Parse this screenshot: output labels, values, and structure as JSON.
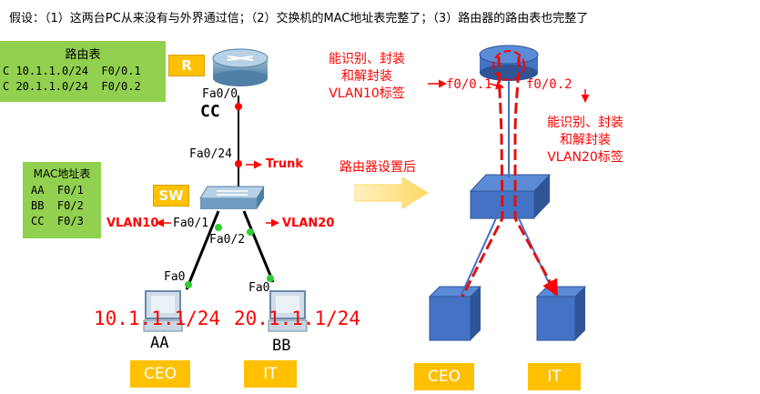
{
  "header": "假设：（1）这两台PC从来没有与外界通过信；（2）交换机的MAC地址表完整了；（3）路由器的路由表也完整了",
  "route_table": {
    "title": "路由表",
    "rows": [
      "C 10.1.1.0/24  F0/0.1",
      "C 20.1.1.0/24  F0/0.2"
    ]
  },
  "mac_table": {
    "title": "MAC地址表",
    "rows": [
      "AA  F0/1",
      "BB  F0/2",
      "CC  F0/3"
    ]
  },
  "router": {
    "badge": "R",
    "port": "Fa0/0",
    "mac": "CC"
  },
  "switch": {
    "badge": "SW",
    "uplink_port": "Fa0/24",
    "trunk_label": "Trunk",
    "port1": "Fa0/1",
    "port2": "Fa0/2",
    "vlan_left": "VLAN10",
    "vlan_right": "VLAN20"
  },
  "pc_left": {
    "port": "Fa0",
    "ip": "10.1.1.1/24",
    "mac": "AA",
    "badge": "CEO"
  },
  "pc_right": {
    "port": "Fa0",
    "ip": "20.1.1.1/24",
    "mac": "BB",
    "badge": "IT"
  },
  "middle_label": "路由器设置后",
  "right": {
    "left_note": [
      "能识别、封装",
      "和解封装",
      "VLAN10标签"
    ],
    "right_note": [
      "能识别、封装",
      "和解封装",
      "VLAN20标签"
    ],
    "sub1": "f0/0.1",
    "sub2": "f0/0.2",
    "badge_left": "CEO",
    "badge_right": "IT"
  },
  "colors": {
    "green_box": "#92d050",
    "badge": "#ffc000",
    "blue_box": "#4472c4",
    "red": "#ff0000"
  }
}
